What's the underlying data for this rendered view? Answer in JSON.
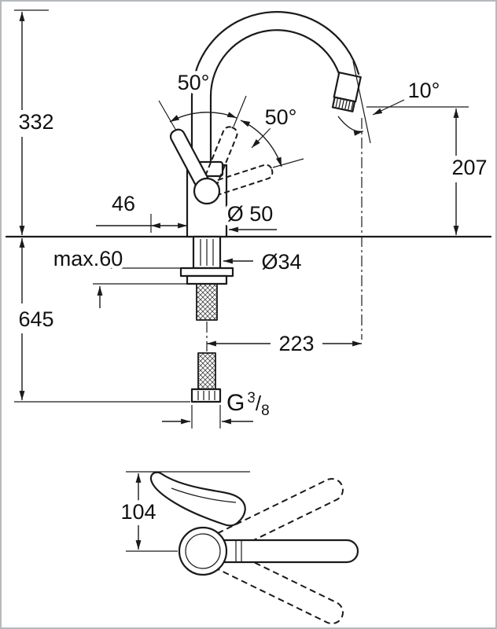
{
  "figure": {
    "front_view": {
      "height_total": "332",
      "spout_height": "207",
      "handle_swing_left": "50°",
      "handle_swing_right": "50°",
      "spout_angle": "10°",
      "handle_offset": "46",
      "body_diameter": "Ø 50",
      "max_deck_thickness": "max.60",
      "hole_diameter": "Ø34",
      "supply_length": "645",
      "spout_reach": "223",
      "thread_g": "G",
      "thread_numerator": "3",
      "thread_slash": "/",
      "thread_denominator": "8"
    },
    "top_view": {
      "depth": "104"
    }
  }
}
